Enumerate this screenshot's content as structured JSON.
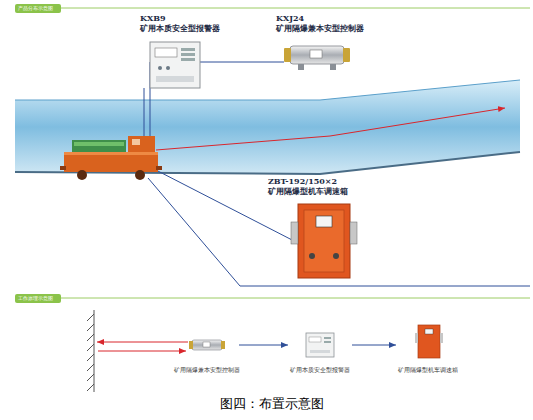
{
  "diagram": {
    "caption": "图四：布置示意图",
    "nodes": [
      {
        "text": [
          "KXB9",
          "矿用本质安全型报警器"
        ]
      },
      {
        "text": [
          "KXJ24",
          "矿用隔爆兼本安型控制器"
        ]
      },
      {
        "text": [
          "ZBT-192/150×2",
          "矿用隔爆型机车调速箱"
        ]
      },
      {
        "text": [
          "矿用隔爆兼本安型控制器"
        ]
      },
      {
        "text": [
          "矿用本质安全型报警器"
        ]
      },
      {
        "text": [
          "矿用隔爆型机车调速箱"
        ]
      }
    ],
    "edges": [
      {
        "from": 3,
        "to": 4,
        "arrow": "to"
      },
      {
        "from": 4,
        "to": 5,
        "arrow": "to"
      }
    ],
    "labels": [
      "产品分布示意图",
      "工作原理示意图"
    ]
  }
}
